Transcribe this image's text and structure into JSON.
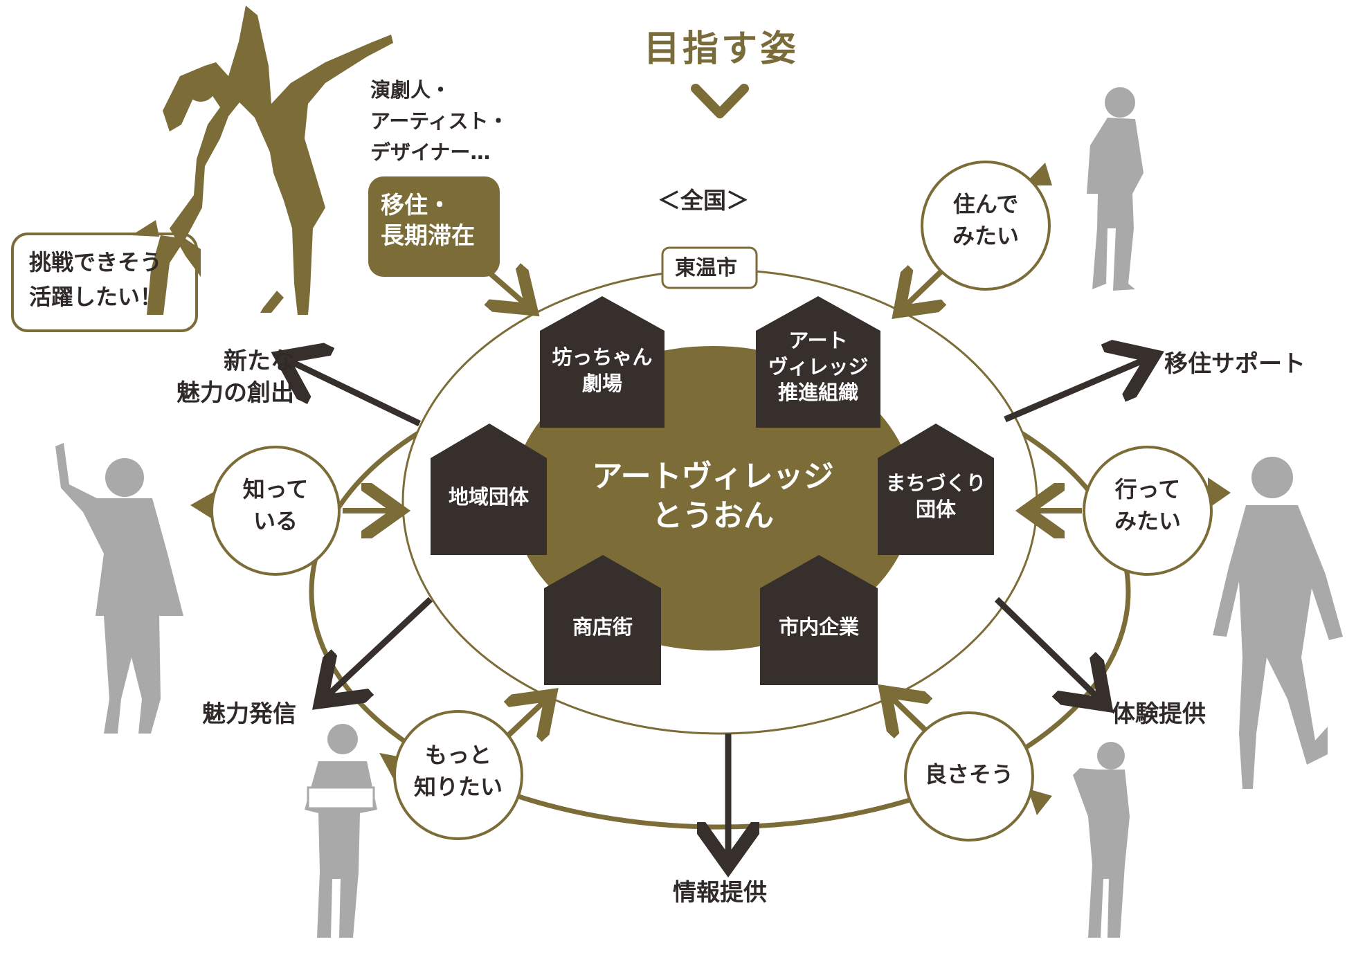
{
  "colors": {
    "olive": "#7b6c38",
    "dark": "#372f2c",
    "gray": "#a9a9a9",
    "white": "#ffffff"
  },
  "title": "目指す姿",
  "scope_label": "＜全国＞",
  "city_tag": "東温市",
  "center_label": "アートヴィレッジ\nとうおん",
  "members": {
    "theater": "坊っちゃん\n劇場",
    "org": "アート\nヴィレッジ\n推進組織",
    "community": "地域団体",
    "town_groups": "まちづくり\n団体",
    "shopping": "商店街",
    "companies": "市内企業"
  },
  "cycle": {
    "know": "知って\nいる",
    "more": "もっと\n知りたい",
    "good": "良さそう",
    "visit": "行って\nみたい",
    "live": "住んで\nみたい"
  },
  "outputs": {
    "new_appeal": "新たな\n魅力の創出",
    "promotion": "魅力発信",
    "info": "情報提供",
    "experience": "体験提供",
    "relocation_support": "移住サポート"
  },
  "artists": {
    "types": "演劇人・\nアーティスト・\nデザイナー…",
    "stay_box": "移住・\n長期滞在",
    "speech": "挑戦できそう\n活躍したい！"
  }
}
